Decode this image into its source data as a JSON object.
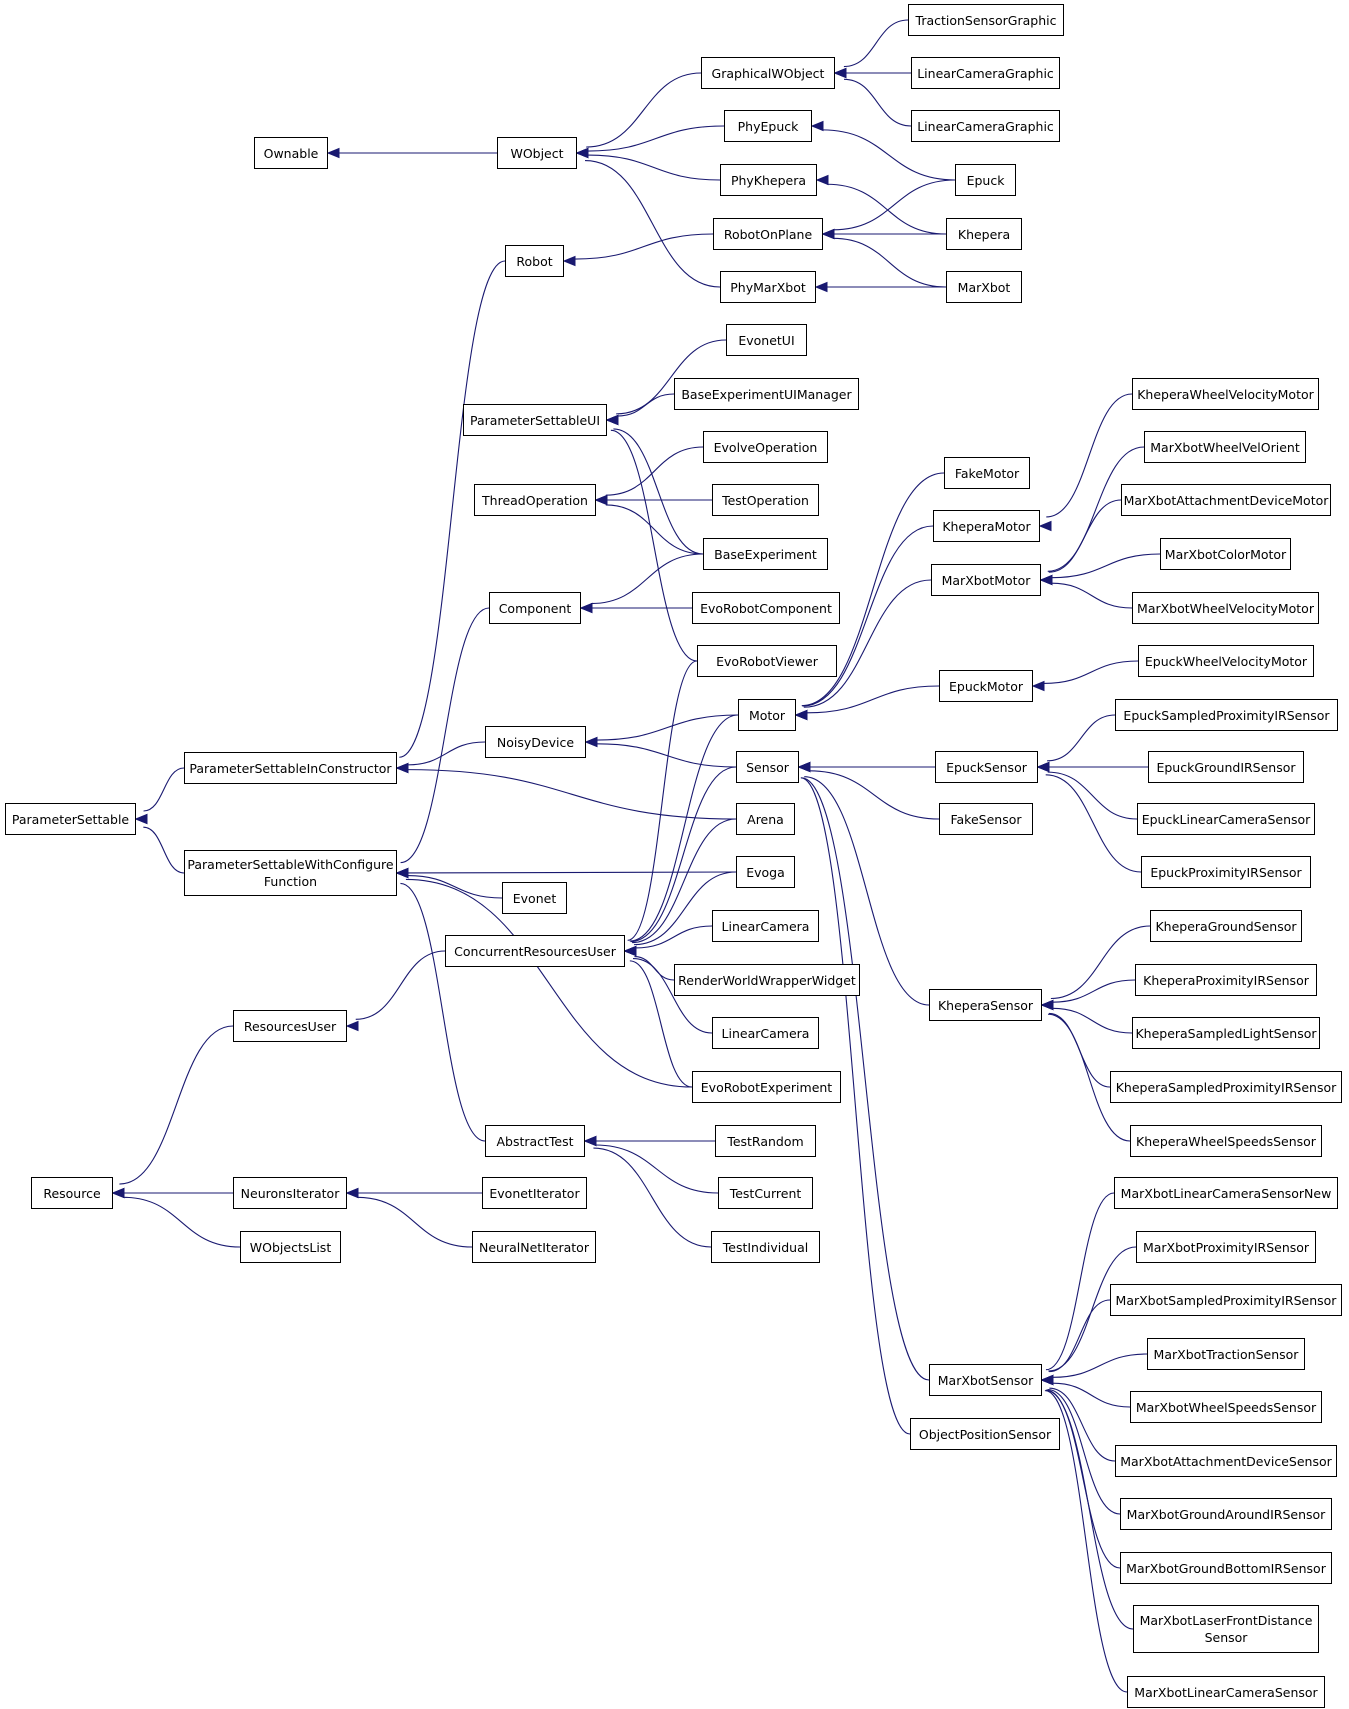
{
  "diagram": {
    "type": "class-inheritance-graph",
    "edge_color": "#191970",
    "node_border_color": "#000000",
    "nodes": [
      {
        "id": "ParameterSettable",
        "label": "ParameterSettable"
      },
      {
        "id": "ParameterSettableInConstructor",
        "label": "ParameterSettableInConstructor"
      },
      {
        "id": "ParameterSettableWithConfigureFunction",
        "label": "ParameterSettableWithConfigure\nFunction"
      },
      {
        "id": "Ownable",
        "label": "Ownable"
      },
      {
        "id": "Resource",
        "label": "Resource"
      },
      {
        "id": "ResourcesUser",
        "label": "ResourcesUser"
      },
      {
        "id": "NeuronsIterator",
        "label": "NeuronsIterator"
      },
      {
        "id": "WObjectsList",
        "label": "WObjectsList"
      },
      {
        "id": "WObject",
        "label": "WObject"
      },
      {
        "id": "Robot",
        "label": "Robot"
      },
      {
        "id": "ParameterSettableUI",
        "label": "ParameterSettableUI"
      },
      {
        "id": "ThreadOperation",
        "label": "ThreadOperation"
      },
      {
        "id": "Component",
        "label": "Component"
      },
      {
        "id": "NoisyDevice",
        "label": "NoisyDevice"
      },
      {
        "id": "Evonet",
        "label": "Evonet"
      },
      {
        "id": "ConcurrentResourcesUser",
        "label": "ConcurrentResourcesUser"
      },
      {
        "id": "AbstractTest",
        "label": "AbstractTest"
      },
      {
        "id": "EvonetIterator",
        "label": "EvonetIterator"
      },
      {
        "id": "NeuralNetIterator",
        "label": "NeuralNetIterator"
      },
      {
        "id": "GraphicalWObject",
        "label": "GraphicalWObject"
      },
      {
        "id": "PhyEpuck",
        "label": "PhyEpuck"
      },
      {
        "id": "PhyKhepera",
        "label": "PhyKhepera"
      },
      {
        "id": "RobotOnPlane",
        "label": "RobotOnPlane"
      },
      {
        "id": "PhyMarXbot",
        "label": "PhyMarXbot"
      },
      {
        "id": "EvonetUI",
        "label": "EvonetUI"
      },
      {
        "id": "BaseExperimentUIManager",
        "label": "BaseExperimentUIManager"
      },
      {
        "id": "EvolveOperation",
        "label": "EvolveOperation"
      },
      {
        "id": "TestOperation",
        "label": "TestOperation"
      },
      {
        "id": "BaseExperiment",
        "label": "BaseExperiment"
      },
      {
        "id": "EvoRobotComponent",
        "label": "EvoRobotComponent"
      },
      {
        "id": "EvoRobotViewer",
        "label": "EvoRobotViewer"
      },
      {
        "id": "Motor",
        "label": "Motor"
      },
      {
        "id": "Sensor",
        "label": "Sensor"
      },
      {
        "id": "Arena",
        "label": "Arena"
      },
      {
        "id": "Evoga",
        "label": "Evoga"
      },
      {
        "id": "LinearCamera1",
        "label": "LinearCamera"
      },
      {
        "id": "RenderWorldWrapperWidget",
        "label": "RenderWorldWrapperWidget"
      },
      {
        "id": "LinearCamera2",
        "label": "LinearCamera"
      },
      {
        "id": "EvoRobotExperiment",
        "label": "EvoRobotExperiment"
      },
      {
        "id": "TestRandom",
        "label": "TestRandom"
      },
      {
        "id": "TestCurrent",
        "label": "TestCurrent"
      },
      {
        "id": "TestIndividual",
        "label": "TestIndividual"
      },
      {
        "id": "TractionSensorGraphic",
        "label": "TractionSensorGraphic"
      },
      {
        "id": "LinearCameraGraphic1",
        "label": "LinearCameraGraphic"
      },
      {
        "id": "LinearCameraGraphic2",
        "label": "LinearCameraGraphic"
      },
      {
        "id": "Epuck",
        "label": "Epuck"
      },
      {
        "id": "Khepera",
        "label": "Khepera"
      },
      {
        "id": "MarXbot",
        "label": "MarXbot"
      },
      {
        "id": "FakeMotor",
        "label": "FakeMotor"
      },
      {
        "id": "KheperaMotor",
        "label": "KheperaMotor"
      },
      {
        "id": "MarXbotMotor",
        "label": "MarXbotMotor"
      },
      {
        "id": "EpuckMotor",
        "label": "EpuckMotor"
      },
      {
        "id": "EpuckSensor",
        "label": "EpuckSensor"
      },
      {
        "id": "FakeSensor",
        "label": "FakeSensor"
      },
      {
        "id": "KheperaSensor",
        "label": "KheperaSensor"
      },
      {
        "id": "MarXbotSensor",
        "label": "MarXbotSensor"
      },
      {
        "id": "ObjectPositionSensor",
        "label": "ObjectPositionSensor"
      },
      {
        "id": "KheperaWheelVelocityMotor",
        "label": "KheperaWheelVelocityMotor"
      },
      {
        "id": "MarXbotWheelVelOrient",
        "label": "MarXbotWheelVelOrient"
      },
      {
        "id": "MarXbotAttachmentDeviceMotor",
        "label": "MarXbotAttachmentDeviceMotor"
      },
      {
        "id": "MarXbotColorMotor",
        "label": "MarXbotColorMotor"
      },
      {
        "id": "MarXbotWheelVelocityMotor",
        "label": "MarXbotWheelVelocityMotor"
      },
      {
        "id": "EpuckWheelVelocityMotor",
        "label": "EpuckWheelVelocityMotor"
      },
      {
        "id": "EpuckSampledProximityIRSensor",
        "label": "EpuckSampledProximityIRSensor"
      },
      {
        "id": "EpuckGroundIRSensor",
        "label": "EpuckGroundIRSensor"
      },
      {
        "id": "EpuckLinearCameraSensor",
        "label": "EpuckLinearCameraSensor"
      },
      {
        "id": "EpuckProximityIRSensor",
        "label": "EpuckProximityIRSensor"
      },
      {
        "id": "KheperaGroundSensor",
        "label": "KheperaGroundSensor"
      },
      {
        "id": "KheperaProximityIRSensor",
        "label": "KheperaProximityIRSensor"
      },
      {
        "id": "KheperaSampledLightSensor",
        "label": "KheperaSampledLightSensor"
      },
      {
        "id": "KheperaSampledProximityIRSensor",
        "label": "KheperaSampledProximityIRSensor"
      },
      {
        "id": "KheperaWheelSpeedsSensor",
        "label": "KheperaWheelSpeedsSensor"
      },
      {
        "id": "MarXbotLinearCameraSensorNew",
        "label": "MarXbotLinearCameraSensorNew"
      },
      {
        "id": "MarXbotProximityIRSensor",
        "label": "MarXbotProximityIRSensor"
      },
      {
        "id": "MarXbotSampledProximityIRSensor",
        "label": "MarXbotSampledProximityIRSensor"
      },
      {
        "id": "MarXbotTractionSensor",
        "label": "MarXbotTractionSensor"
      },
      {
        "id": "MarXbotWheelSpeedsSensor",
        "label": "MarXbotWheelSpeedsSensor"
      },
      {
        "id": "MarXbotAttachmentDeviceSensor",
        "label": "MarXbotAttachmentDeviceSensor"
      },
      {
        "id": "MarXbotGroundAroundIRSensor",
        "label": "MarXbotGroundAroundIRSensor"
      },
      {
        "id": "MarXbotGroundBottomIRSensor",
        "label": "MarXbotGroundBottomIRSensor"
      },
      {
        "id": "MarXbotLaserFrontDistanceSensor",
        "label": "MarXbotLaserFrontDistance\nSensor"
      },
      {
        "id": "MarXbotLinearCameraSensor",
        "label": "MarXbotLinearCameraSensor"
      }
    ],
    "edges": [
      {
        "from": "ParameterSettableInConstructor",
        "to": "ParameterSettable"
      },
      {
        "from": "ParameterSettableWithConfigureFunction",
        "to": "ParameterSettable"
      },
      {
        "from": "WObject",
        "to": "Ownable"
      },
      {
        "from": "Robot",
        "to": "ParameterSettableInConstructor"
      },
      {
        "from": "NoisyDevice",
        "to": "ParameterSettableInConstructor"
      },
      {
        "from": "Arena",
        "to": "ParameterSettableInConstructor"
      },
      {
        "from": "Component",
        "to": "ParameterSettableWithConfigureFunction"
      },
      {
        "from": "Evoga",
        "to": "ParameterSettableWithConfigureFunction"
      },
      {
        "from": "Evonet",
        "to": "ParameterSettableWithConfigureFunction"
      },
      {
        "from": "EvoRobotExperiment",
        "to": "ParameterSettableWithConfigureFunction"
      },
      {
        "from": "AbstractTest",
        "to": "ParameterSettableWithConfigureFunction"
      },
      {
        "from": "ResourcesUser",
        "to": "Resource"
      },
      {
        "from": "NeuronsIterator",
        "to": "Resource"
      },
      {
        "from": "WObjectsList",
        "to": "Resource"
      },
      {
        "from": "ConcurrentResourcesUser",
        "to": "ResourcesUser"
      },
      {
        "from": "EvonetIterator",
        "to": "NeuronsIterator"
      },
      {
        "from": "NeuralNetIterator",
        "to": "NeuronsIterator"
      },
      {
        "from": "GraphicalWObject",
        "to": "WObject"
      },
      {
        "from": "PhyEpuck",
        "to": "WObject"
      },
      {
        "from": "PhyKhepera",
        "to": "WObject"
      },
      {
        "from": "PhyMarXbot",
        "to": "WObject"
      },
      {
        "from": "RobotOnPlane",
        "to": "Robot"
      },
      {
        "from": "TractionSensorGraphic",
        "to": "GraphicalWObject"
      },
      {
        "from": "LinearCameraGraphic1",
        "to": "GraphicalWObject"
      },
      {
        "from": "LinearCameraGraphic2",
        "to": "GraphicalWObject"
      },
      {
        "from": "Epuck",
        "to": "PhyEpuck"
      },
      {
        "from": "Khepera",
        "to": "PhyKhepera"
      },
      {
        "from": "Epuck",
        "to": "RobotOnPlane"
      },
      {
        "from": "Khepera",
        "to": "RobotOnPlane"
      },
      {
        "from": "MarXbot",
        "to": "RobotOnPlane"
      },
      {
        "from": "MarXbot",
        "to": "PhyMarXbot"
      },
      {
        "from": "EvonetUI",
        "to": "ParameterSettableUI"
      },
      {
        "from": "BaseExperimentUIManager",
        "to": "ParameterSettableUI"
      },
      {
        "from": "BaseExperiment",
        "to": "ParameterSettableUI"
      },
      {
        "from": "EvoRobotViewer",
        "to": "ParameterSettableUI"
      },
      {
        "from": "EvolveOperation",
        "to": "ThreadOperation"
      },
      {
        "from": "TestOperation",
        "to": "ThreadOperation"
      },
      {
        "from": "BaseExperiment",
        "to": "ThreadOperation"
      },
      {
        "from": "BaseExperiment",
        "to": "Component"
      },
      {
        "from": "EvoRobotComponent",
        "to": "Component"
      },
      {
        "from": "Motor",
        "to": "NoisyDevice"
      },
      {
        "from": "Sensor",
        "to": "NoisyDevice"
      },
      {
        "from": "EvoRobotViewer",
        "to": "ConcurrentResourcesUser"
      },
      {
        "from": "Motor",
        "to": "ConcurrentResourcesUser"
      },
      {
        "from": "Sensor",
        "to": "ConcurrentResourcesUser"
      },
      {
        "from": "Arena",
        "to": "ConcurrentResourcesUser"
      },
      {
        "from": "Evoga",
        "to": "ConcurrentResourcesUser"
      },
      {
        "from": "LinearCamera1",
        "to": "ConcurrentResourcesUser"
      },
      {
        "from": "RenderWorldWrapperWidget",
        "to": "ConcurrentResourcesUser"
      },
      {
        "from": "LinearCamera2",
        "to": "ConcurrentResourcesUser"
      },
      {
        "from": "EvoRobotExperiment",
        "to": "ConcurrentResourcesUser"
      },
      {
        "from": "TestRandom",
        "to": "AbstractTest"
      },
      {
        "from": "TestCurrent",
        "to": "AbstractTest"
      },
      {
        "from": "TestIndividual",
        "to": "AbstractTest"
      },
      {
        "from": "FakeMotor",
        "to": "Motor"
      },
      {
        "from": "KheperaMotor",
        "to": "Motor"
      },
      {
        "from": "MarXbotMotor",
        "to": "Motor"
      },
      {
        "from": "EpuckMotor",
        "to": "Motor"
      },
      {
        "from": "EpuckSensor",
        "to": "Sensor"
      },
      {
        "from": "FakeSensor",
        "to": "Sensor"
      },
      {
        "from": "KheperaSensor",
        "to": "Sensor"
      },
      {
        "from": "MarXbotSensor",
        "to": "Sensor"
      },
      {
        "from": "ObjectPositionSensor",
        "to": "Sensor"
      },
      {
        "from": "KheperaWheelVelocityMotor",
        "to": "KheperaMotor"
      },
      {
        "from": "MarXbotWheelVelOrient",
        "to": "MarXbotMotor"
      },
      {
        "from": "MarXbotAttachmentDeviceMotor",
        "to": "MarXbotMotor"
      },
      {
        "from": "MarXbotColorMotor",
        "to": "MarXbotMotor"
      },
      {
        "from": "MarXbotWheelVelocityMotor",
        "to": "MarXbotMotor"
      },
      {
        "from": "EpuckWheelVelocityMotor",
        "to": "EpuckMotor"
      },
      {
        "from": "EpuckSampledProximityIRSensor",
        "to": "EpuckSensor"
      },
      {
        "from": "EpuckGroundIRSensor",
        "to": "EpuckSensor"
      },
      {
        "from": "EpuckLinearCameraSensor",
        "to": "EpuckSensor"
      },
      {
        "from": "EpuckProximityIRSensor",
        "to": "EpuckSensor"
      },
      {
        "from": "KheperaGroundSensor",
        "to": "KheperaSensor"
      },
      {
        "from": "KheperaProximityIRSensor",
        "to": "KheperaSensor"
      },
      {
        "from": "KheperaSampledLightSensor",
        "to": "KheperaSensor"
      },
      {
        "from": "KheperaSampledProximityIRSensor",
        "to": "KheperaSensor"
      },
      {
        "from": "KheperaWheelSpeedsSensor",
        "to": "KheperaSensor"
      },
      {
        "from": "MarXbotLinearCameraSensorNew",
        "to": "MarXbotSensor"
      },
      {
        "from": "MarXbotProximityIRSensor",
        "to": "MarXbotSensor"
      },
      {
        "from": "MarXbotSampledProximityIRSensor",
        "to": "MarXbotSensor"
      },
      {
        "from": "MarXbotTractionSensor",
        "to": "MarXbotSensor"
      },
      {
        "from": "MarXbotWheelSpeedsSensor",
        "to": "MarXbotSensor"
      },
      {
        "from": "MarXbotAttachmentDeviceSensor",
        "to": "MarXbotSensor"
      },
      {
        "from": "MarXbotGroundAroundIRSensor",
        "to": "MarXbotSensor"
      },
      {
        "from": "MarXbotGroundBottomIRSensor",
        "to": "MarXbotSensor"
      },
      {
        "from": "MarXbotLaserFrontDistanceSensor",
        "to": "MarXbotSensor"
      },
      {
        "from": "MarXbotLinearCameraSensor",
        "to": "MarXbotSensor"
      }
    ]
  }
}
